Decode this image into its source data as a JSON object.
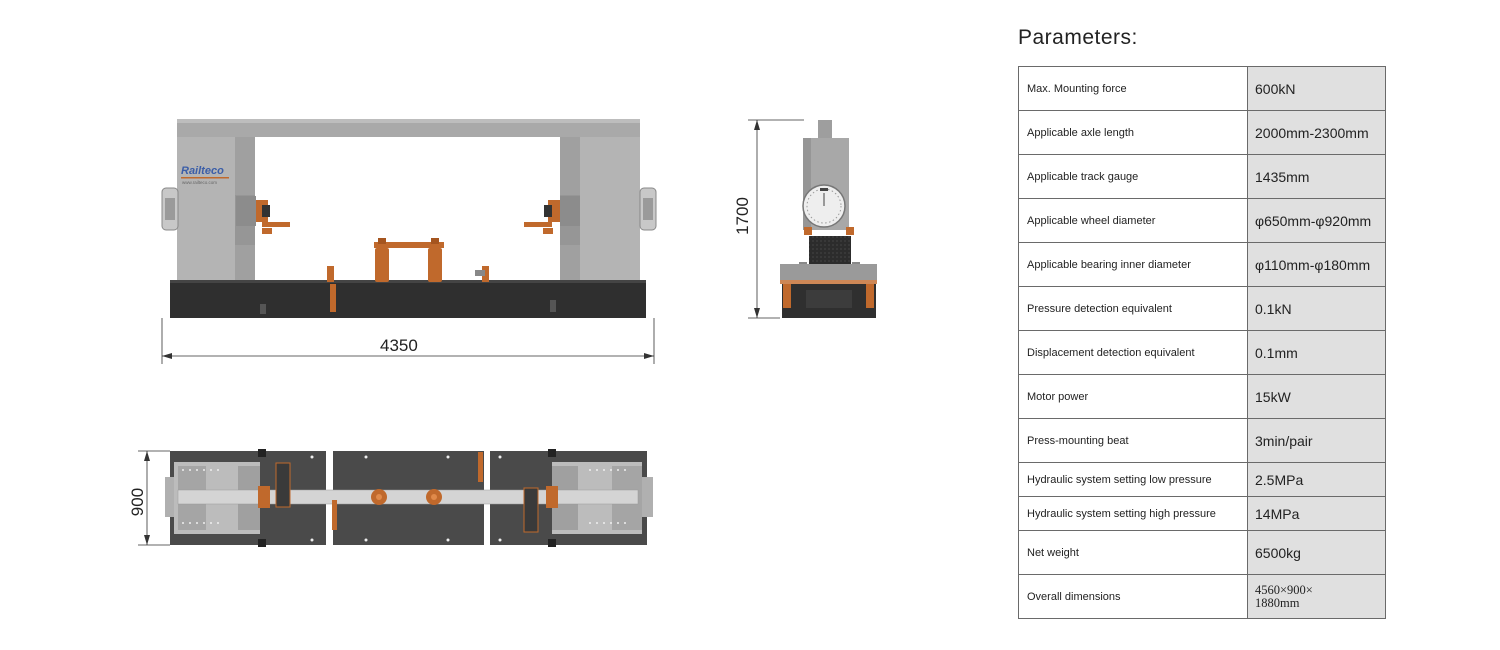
{
  "drawings": {
    "front_view": {
      "logo_text": "Railteco",
      "logo_sub": "www.railteco.com",
      "width_label": "4350"
    },
    "side_view": {
      "height_label": "1700"
    },
    "top_view": {
      "depth_label": "900"
    }
  },
  "parameters": {
    "title": "Parameters:",
    "rows": [
      {
        "name": "Max.  Mounting force",
        "value": " 600kN"
      },
      {
        "name": "Applicable axle length",
        "value": "2000mm-2300mm"
      },
      {
        "name": "Applicable track gauge",
        "value": "1435mm"
      },
      {
        "name": "Applicable wheel diameter",
        "value": "φ650mm-φ920mm"
      },
      {
        "name": "Applicable bearing inner diameter",
        "value": "φ110mm-φ180mm"
      },
      {
        "name": "Pressure detection equivalent",
        "value": "0.1kN"
      },
      {
        "name": "Displacement detection equivalent",
        "value": "0.1mm"
      },
      {
        "name": "Motor power",
        "value": "15kW"
      },
      {
        "name": "Press-mounting beat",
        "value": "3min/pair"
      },
      {
        "name": "Hydraulic system setting low pressure",
        "value": "2.5MPa"
      },
      {
        "name": "Hydraulic system setting high pressure",
        "value": "14MPa"
      },
      {
        "name": "Net weight",
        "value": "6500kg"
      },
      {
        "name": "Overall  dimensions",
        "value": "4560×900×\n1880mm"
      }
    ]
  }
}
